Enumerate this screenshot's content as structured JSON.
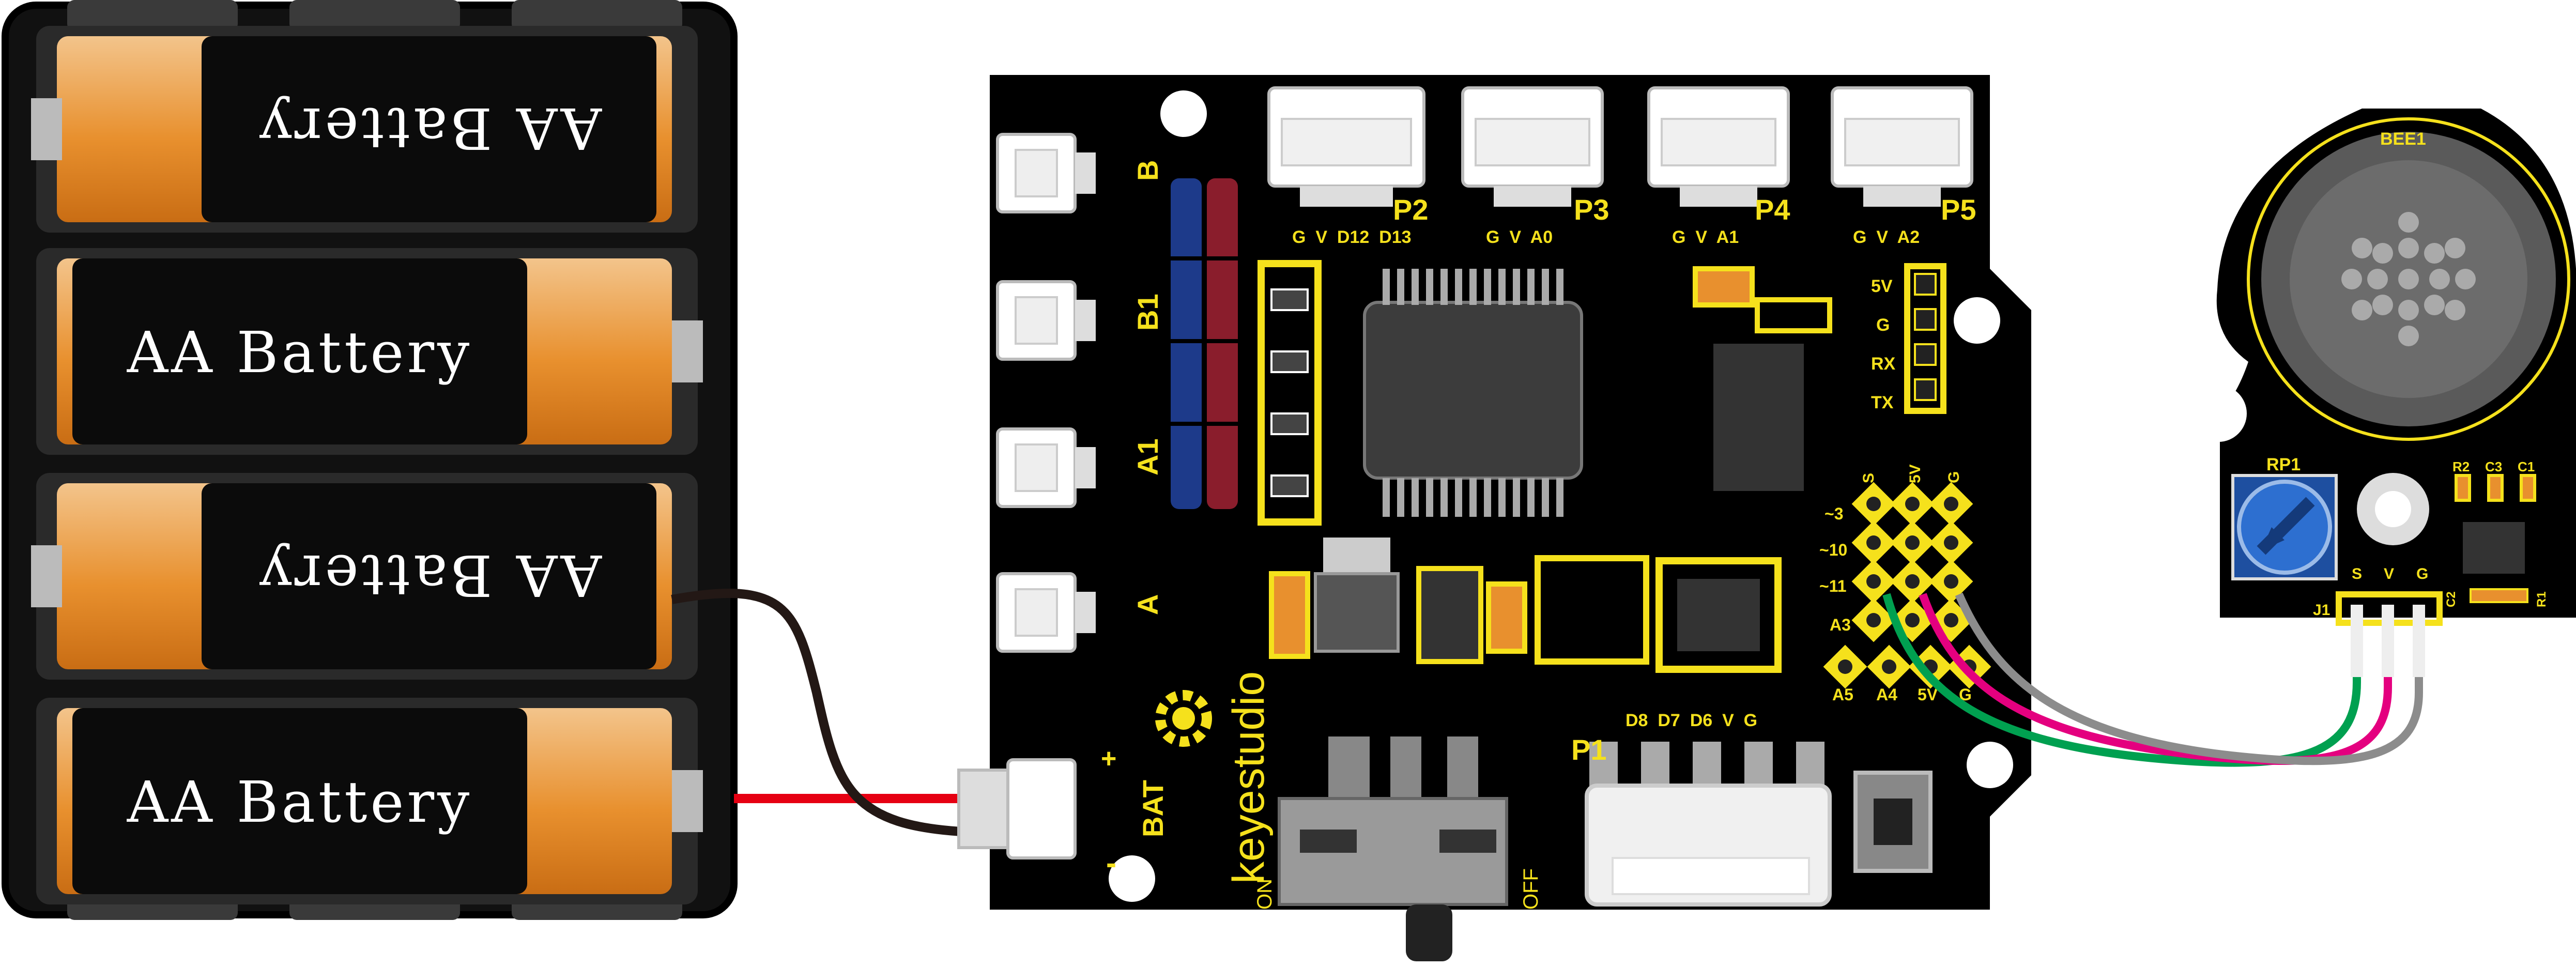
{
  "battery_pack": {
    "cells": [
      {
        "label": "AA Battery",
        "flipped": true
      },
      {
        "label": "AA Battery",
        "flipped": false
      },
      {
        "label": "AA Battery",
        "flipped": true
      },
      {
        "label": "AA Battery",
        "flipped": false
      }
    ]
  },
  "board": {
    "brand": "keyestudio",
    "motor_ports": [
      "B",
      "B1",
      "A1",
      "A"
    ],
    "power_port": "BAT",
    "power_plus": "+",
    "power_minus": "-",
    "switch_on": "ON",
    "switch_off": "OFF",
    "ports": [
      {
        "name": "P2",
        "pins": "G  V  D12  D13"
      },
      {
        "name": "P3",
        "pins": "G  V  A0"
      },
      {
        "name": "P4",
        "pins": "G  V  A1"
      },
      {
        "name": "P5",
        "pins": "G  V  A2"
      }
    ],
    "p1": {
      "name": "P1",
      "pins": "D8  D7  D6  V  G"
    },
    "serial_pins": [
      "5V",
      "G",
      "RX",
      "TX"
    ],
    "header_cols": [
      "S",
      "5V",
      "G"
    ],
    "header_rows": [
      "~3",
      "~10",
      "~11",
      "A3"
    ],
    "header_bottom": [
      "A5",
      "A4",
      "5V",
      "G"
    ]
  },
  "buzzer_module": {
    "name": "BEE1",
    "pot": "RP1",
    "connector": "J1",
    "pins": [
      "S",
      "V",
      "G"
    ],
    "parts": [
      "R2",
      "C3",
      "C1",
      "C2",
      "R1"
    ]
  },
  "colors": {
    "board": "#000000",
    "silkscreen": "#f5e11c",
    "wire_red": "#e60012",
    "wire_black": "#231815",
    "wire_green": "#00a050",
    "wire_magenta": "#e4007f",
    "wire_gray": "#8c8c8c",
    "battery_orange": "#e8902e"
  }
}
